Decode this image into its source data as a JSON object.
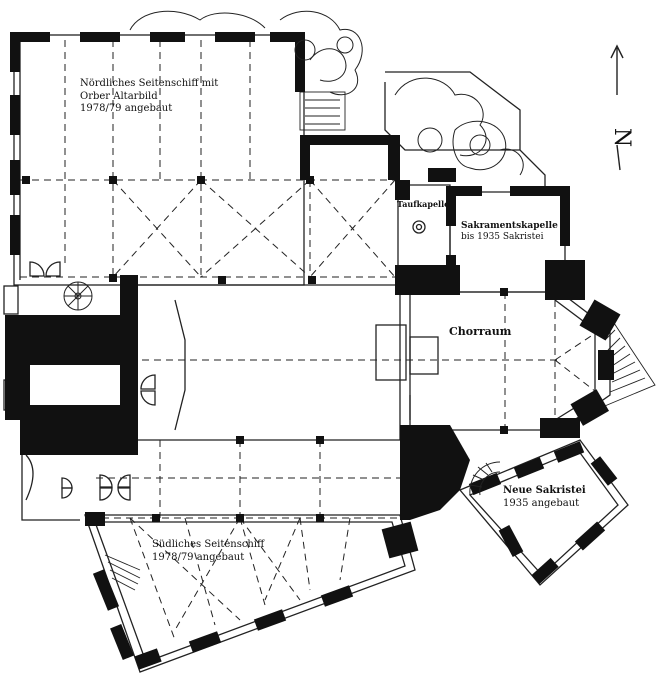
{
  "labels": {
    "north_aisle": [
      "Nördliches Seitenschiff mit",
      "Orber Altarbild",
      "1978/79 angebaut"
    ],
    "baptism_chapel": "Taufkapelle",
    "sacrament_chapel": [
      "Sakramentskapelle",
      "bis 1935 Sakristei"
    ],
    "choir": "Chorraum",
    "new_sacristy": [
      "Neue Sakristei",
      "1935 angebaut"
    ],
    "south_aisle": [
      "Südliches Seitenschiff",
      "1978/79 angebaut"
    ],
    "north_letter": "N"
  },
  "colors": {
    "wall": "#111111",
    "line": "#222222",
    "background": "#ffffff"
  },
  "icons": [
    "north-arrow-icon",
    "spiral-stair-icon",
    "tree-icon"
  ]
}
